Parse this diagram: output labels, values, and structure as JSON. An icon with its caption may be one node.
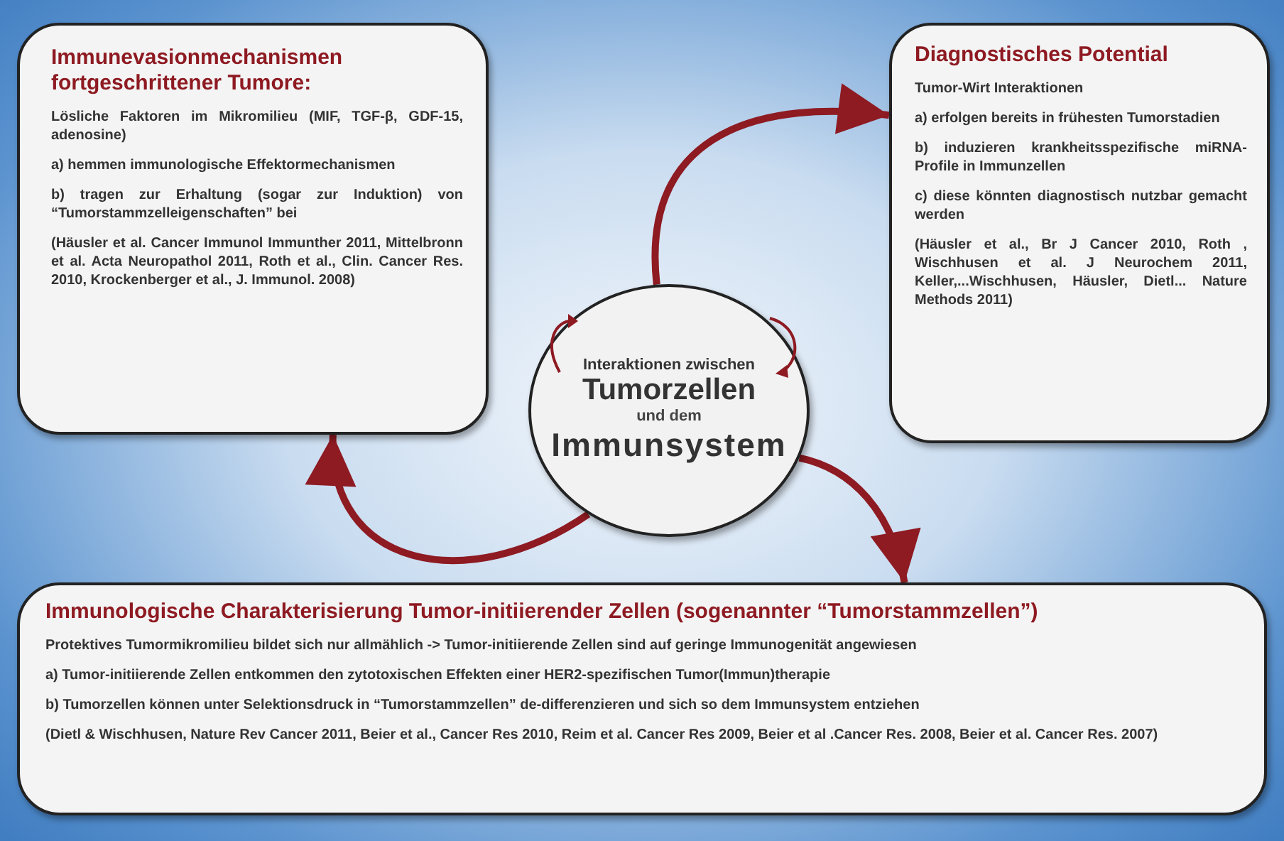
{
  "diagram": {
    "nodes": [
      {
        "text": [
          "Immunevasionmechanismen fortgeschrittener Tumore:",
          "Lösliche Faktoren im Mikromilieu (MIF, TGF-β, GDF-15, adenosine)",
          "a) hemmen immunologische Effektormechanismen",
          "b) tragen zur Erhaltung (sogar zur Induktion) von “Tumorstammzelleigenschaften” bei",
          "(Häusler et al. Cancer Immunol Immunther 2011, Mittelbronn et al. Acta Neuropathol 2011, Roth et al., Clin. Cancer Res. 2010, Krockenberger et al., J. Immunol. 2008)"
        ]
      },
      {
        "text": [
          "Diagnostisches Potential",
          "Tumor-Wirt Interaktionen",
          "a) erfolgen bereits in frühesten Tumorstadien",
          "b) induzieren krankheitsspezifische miRNA-Profile in Immunzellen",
          "c) diese könnten diagnostisch nutzbar gemacht werden",
          "(Häusler et al., Br J Cancer 2010, Roth , Wischhusen et al. J Neurochem 2011, Keller,...Wischhusen, Häusler, Dietl... Nature Methods 2011)"
        ]
      },
      {
        "text": [
          "Interaktionen zwischen",
          "Tumorzellen",
          "und dem",
          "Immunsystem"
        ]
      },
      {
        "text": [
          "Immunologische Charakterisierung Tumor-initiierender Zellen (sogenannter “Tumorstammzellen”)",
          "Protektives Tumormikromilieu bildet sich nur allmählich -> Tumor-initiierende Zellen sind auf geringe Immunogenität angewiesen",
          "a) Tumor-initiierende Zellen entkommen den zytotoxischen Effekten einer HER2-spezifischen Tumor(Immun)therapie",
          "b) Tumorzellen können unter Selektionsdruck in “Tumorstammzellen” de-differenzieren und sich so dem Immunsystem entziehen",
          "(Dietl & Wischhusen, Nature Rev Cancer 2011, Beier et al., Cancer Res 2010, Reim et al. Cancer Res 2009, Beier et al .Cancer Res. 2008, Beier et al. Cancer Res. 2007)"
        ]
      }
    ],
    "edges": [
      {
        "from": 2,
        "to": 1,
        "arrow": "to"
      },
      {
        "from": 2,
        "to": 3,
        "arrow": "to"
      },
      {
        "from": 2,
        "to": 0,
        "arrow": "to"
      }
    ]
  }
}
